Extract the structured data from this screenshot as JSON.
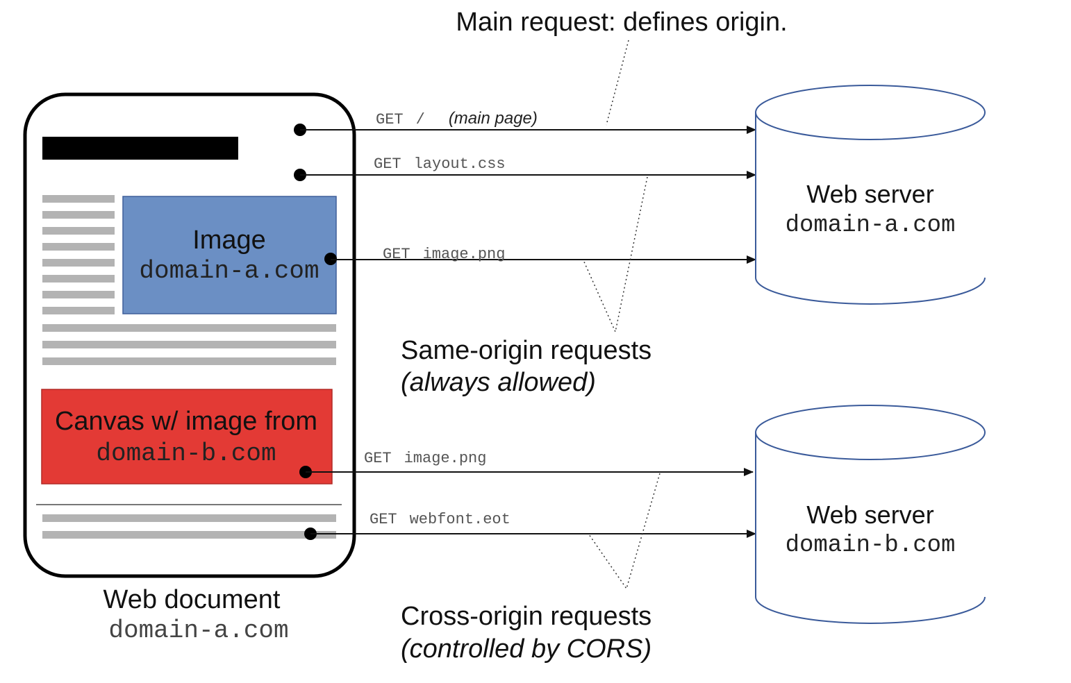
{
  "main_request_note": "Main request: defines origin.",
  "document": {
    "label": "Web document",
    "domain": "domain-a.com",
    "image_box": {
      "label": "Image",
      "domain": "domain-a.com",
      "color": "#6b8fc4"
    },
    "canvas_box": {
      "label": "Canvas w/ image from",
      "domain": "domain-b.com",
      "color": "#e33a35"
    }
  },
  "requests": [
    {
      "method": "GET",
      "path": "/",
      "note": "(main page)"
    },
    {
      "method": "GET",
      "path": "layout.css",
      "note": ""
    },
    {
      "method": "GET",
      "path": "image.png",
      "note": ""
    },
    {
      "method": "GET",
      "path": "image.png",
      "note": ""
    },
    {
      "method": "GET",
      "path": "webfont.eot",
      "note": ""
    }
  ],
  "servers": [
    {
      "label": "Web server",
      "domain": "domain-a.com"
    },
    {
      "label": "Web server",
      "domain": "domain-b.com"
    }
  ],
  "same_origin": {
    "title": "Same-origin requests",
    "subtitle": "(always allowed)"
  },
  "cross_origin": {
    "title": "Cross-origin requests",
    "subtitle": "(controlled by CORS)"
  }
}
